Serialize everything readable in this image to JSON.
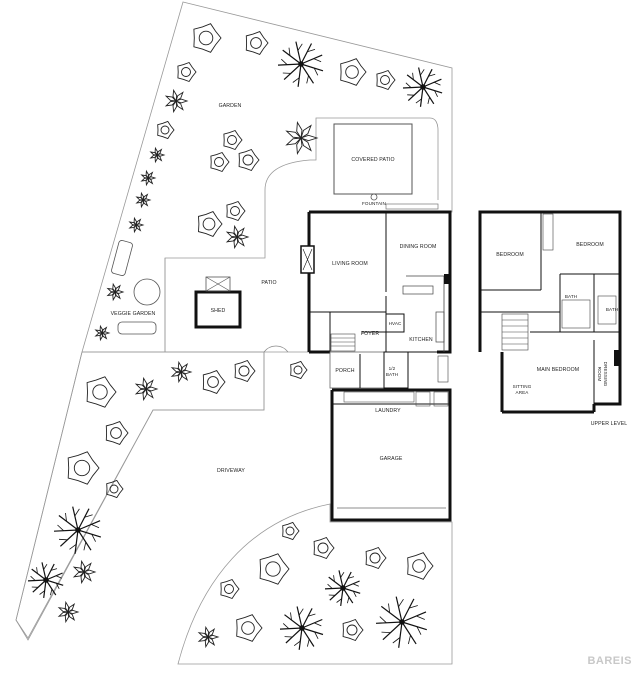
{
  "labels": {
    "garden": "GARDEN",
    "covered_patio": "COVERED PATIO",
    "fountain": "FOUNTAIN",
    "living_room": "LIVING ROOM",
    "dining_room": "DINING ROOM",
    "patio": "PATIO",
    "shed": "SHED",
    "veggie_garden": "VEGGIE GARDEN",
    "foyer": "FOYER",
    "hvac": "HVAC",
    "kitchen": "KITCHEN",
    "porch": "PORCH",
    "half_bath_1": "1/2",
    "half_bath_2": "BATH",
    "laundry": "LAUNDRY",
    "garage": "GARAGE",
    "driveway": "DRIVEWAY",
    "bedroom_1": "BEDROOM",
    "bedroom_2": "BEDROOM",
    "bath_1": "BATH",
    "bath_2": "BATH",
    "main_bedroom": "MAIN BEDROOM",
    "sitting_area_1": "SITTING",
    "sitting_area_2": "AREA",
    "dressing_room_1": "DRESSING",
    "dressing_room_2": "ROOM",
    "upper_level": "UPPER LEVEL"
  },
  "watermark": "BAREIS",
  "plant_icons": {
    "shrub": "shrub-icon",
    "tree": "tree-icon",
    "fern": "fern-icon"
  }
}
